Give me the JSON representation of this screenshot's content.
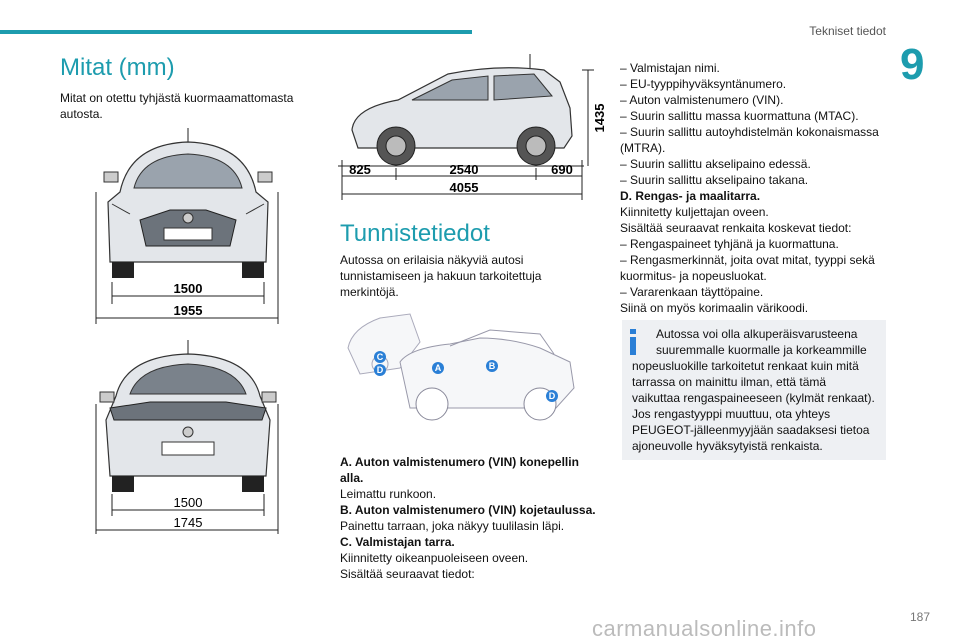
{
  "header": {
    "section": "Tekniset tiedot",
    "chapter_number": "9"
  },
  "left": {
    "title": "Mitat (mm)",
    "intro": "Mitat on otettu tyhjästä kuormaamattomasta autosta.",
    "front_view": {
      "dim_inner": "1500",
      "dim_outer": "1955"
    },
    "rear_view": {
      "dim_inner": "1500",
      "dim_outer": "1745"
    }
  },
  "side_view": {
    "height": "1435",
    "front_overhang": "825",
    "wheelbase": "2540",
    "rear_overhang": "690",
    "length": "4055"
  },
  "middle": {
    "title": "Tunnistetiedot",
    "intro_lines": [
      "Autossa on erilaisia näkyviä autosi",
      "tunnistamiseen ja hakuun tarkoitettuja",
      "merkintöjä."
    ],
    "markers": [
      "C",
      "D",
      "A",
      "B",
      "D"
    ],
    "a_label_lines": [
      "A. Auton valmistenumero (VIN) konepellin",
      "alla."
    ],
    "a_text": "Leimattu runkoon.",
    "b_label": "B. Auton valmistenumero (VIN) kojetaulussa.",
    "b_text": "Painettu tarraan, joka näkyy tuulilasin läpi.",
    "c_label": "C. Valmistajan tarra.",
    "c_text1": "Kiinnitetty oikeanpuoleiseen oveen.",
    "c_text2": "Sisältää seuraavat tiedot:"
  },
  "right": {
    "lines": [
      "– Valmistajan nimi.",
      "– EU-tyyppihyväksyntänumero.",
      "– Auton valmistenumero (VIN).",
      "– Suurin sallittu massa kuormattuna (MTAC).",
      "– Suurin sallittu autoyhdistelmän kokonaismassa",
      "(MTRA).",
      "– Suurin sallittu akselipaino edessä.",
      "– Suurin sallittu akselipaino takana."
    ],
    "d_label": "D. Rengas- ja maalitarra.",
    "d_lines": [
      "Kiinnitetty kuljettajan oveen.",
      "Sisältää seuraavat renkaita koskevat tiedot:",
      "– Rengaspaineet tyhjänä ja kuormattuna.",
      "– Rengasmerkinnät, joita ovat mitat, tyyppi sekä",
      "kuormitus- ja nopeusluokat.",
      "– Vararenkaan täyttöpaine.",
      "Siinä on myös korimaalin värikoodi."
    ],
    "info_lines": [
      "Autossa voi olla alkuperäisvarusteena",
      "suuremmalle kuormalle ja korkeammille",
      "nopeusluokille tarkoitetut renkaat kuin mitä",
      "tarrassa on mainittu ilman, että tämä",
      "vaikuttaa rengaspaineeseen (kylmät renkaat).",
      "Jos rengastyyppi muuttuu, ota yhteys",
      "PEUGEOT-jälleenmyyjään saadaksesi tietoa",
      "ajoneuvolle hyväksytyistä renkaista."
    ]
  },
  "footer": {
    "page": "187",
    "watermark": "carmanualsonline.info"
  },
  "colors": {
    "accent": "#1d9cae",
    "marker": "#2a7fd6",
    "info_bg": "#eef0f3"
  }
}
